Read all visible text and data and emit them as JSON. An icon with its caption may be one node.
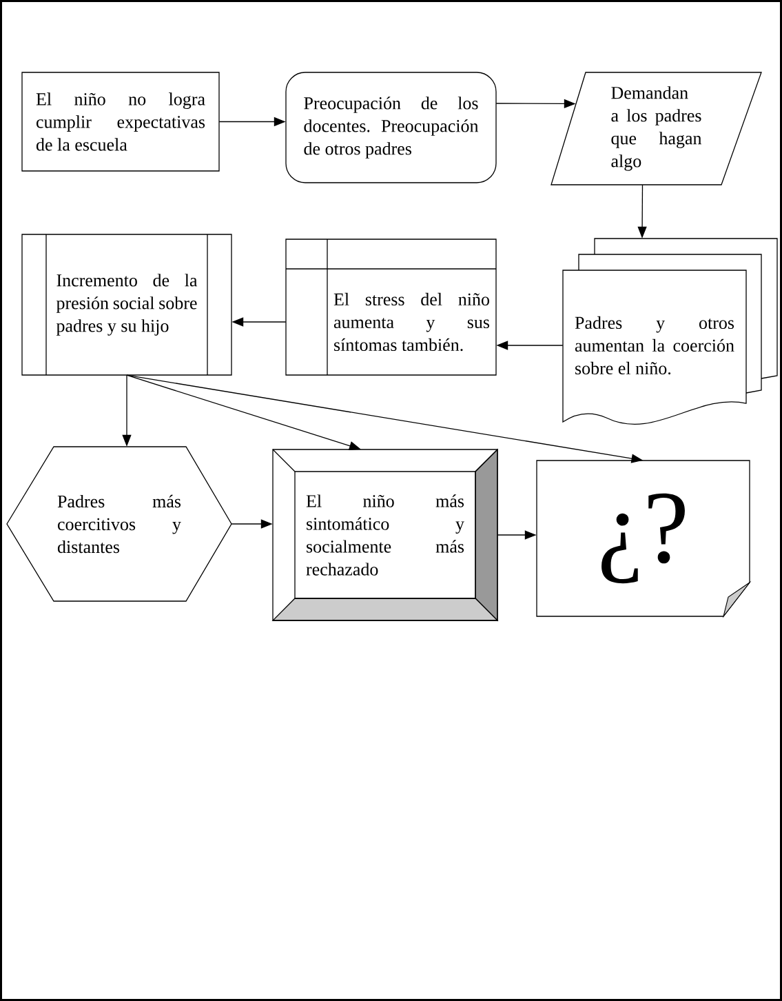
{
  "diagram": {
    "nodes": [
      {
        "text": [
          "El niño no logra cumplir expectativas de la escuela"
        ]
      },
      {
        "text": [
          "Preocupación de los docentes. Preocupación de otros padres"
        ]
      },
      {
        "text": [
          "Demandan a los padres que hagan algo"
        ]
      },
      {
        "text": [
          "Padres y otros aumentan la coerción sobre el niño."
        ]
      },
      {
        "text": [
          "El stress del niño aumenta y sus síntomas también."
        ]
      },
      {
        "text": [
          "Incremento de la presión social sobre padres y su hijo"
        ]
      },
      {
        "text": [
          "Padres más coercitivos y distantes"
        ]
      },
      {
        "text": [
          "El niño más sintomático y socialmente más rechazado"
        ]
      },
      {
        "text": [
          "¿?"
        ]
      }
    ],
    "edges": [
      {
        "from": 0,
        "to": 1,
        "arrow": "to"
      },
      {
        "from": 1,
        "to": 2,
        "arrow": "to"
      },
      {
        "from": 2,
        "to": 3,
        "arrow": "to"
      },
      {
        "from": 3,
        "to": 4,
        "arrow": "to"
      },
      {
        "from": 4,
        "to": 5,
        "arrow": "to"
      },
      {
        "from": 5,
        "to": 6,
        "arrow": "to"
      },
      {
        "from": 5,
        "to": 7,
        "arrow": "to"
      },
      {
        "from": 5,
        "to": 8,
        "arrow": "to"
      },
      {
        "from": 6,
        "to": 7,
        "arrow": "to"
      },
      {
        "from": 7,
        "to": 8,
        "arrow": "to"
      }
    ]
  }
}
